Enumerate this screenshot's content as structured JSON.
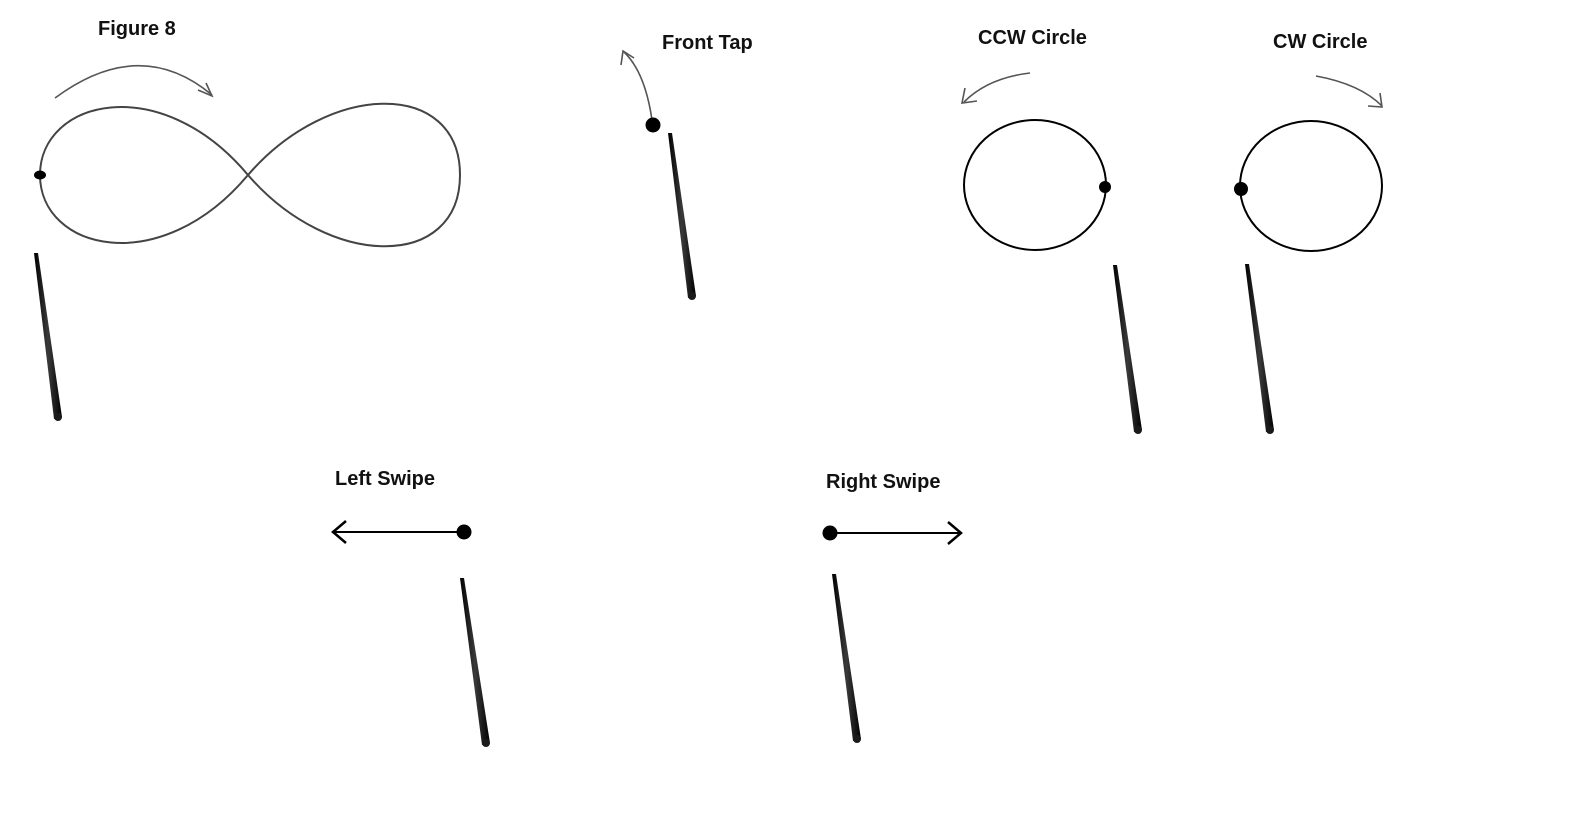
{
  "gestures": [
    {
      "id": "figure8",
      "label": "Figure 8"
    },
    {
      "id": "front-tap",
      "label": "Front Tap"
    },
    {
      "id": "ccw-circle",
      "label": "CCW Circle"
    },
    {
      "id": "cw-circle",
      "label": "CW Circle"
    },
    {
      "id": "left-swipe",
      "label": "Left Swipe"
    },
    {
      "id": "right-swipe",
      "label": "Right Swipe"
    }
  ],
  "colors": {
    "stroke": "#222222",
    "dot": "#000000",
    "wand": "#1a1a1a",
    "arrow": "#555555"
  }
}
